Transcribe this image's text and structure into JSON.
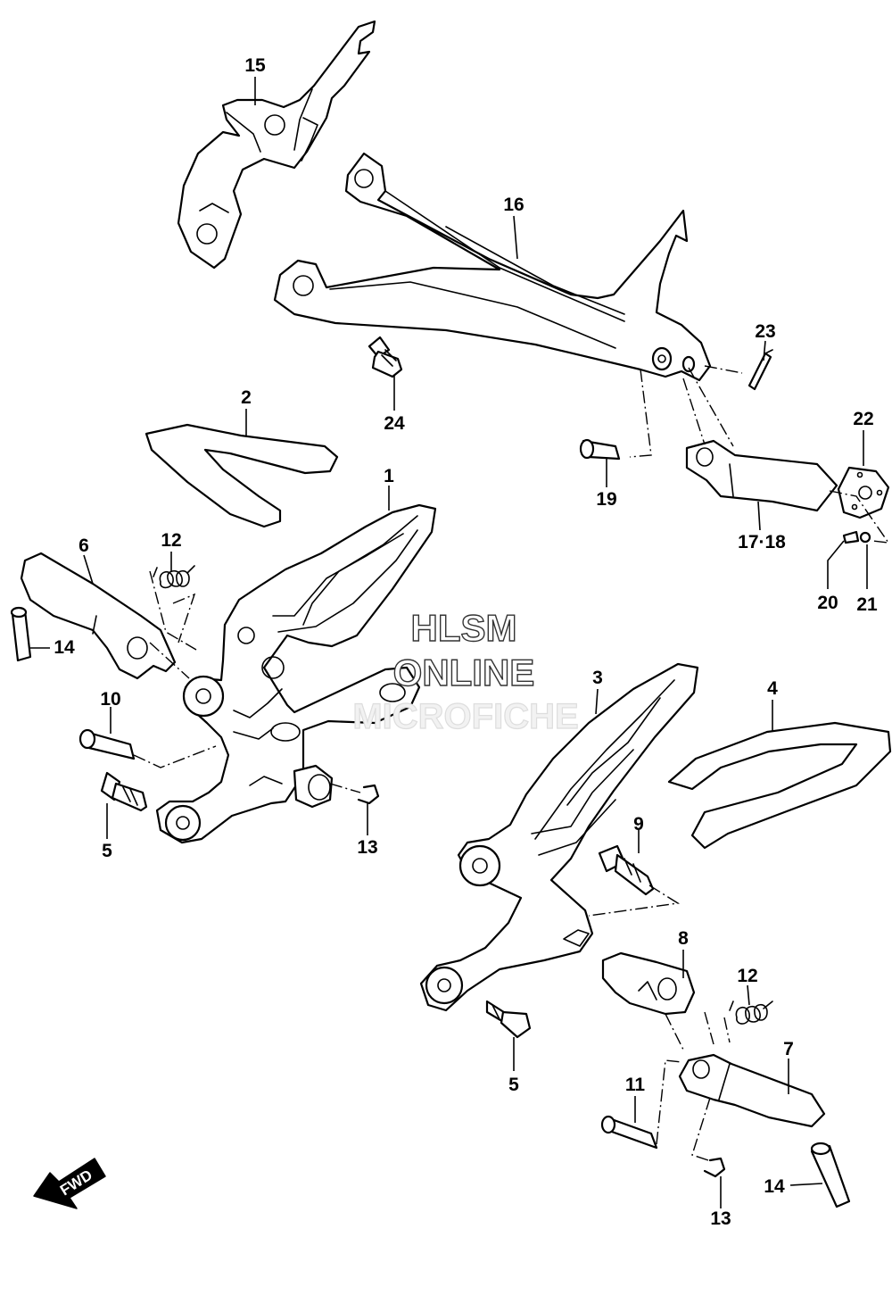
{
  "watermark": {
    "line1": "HLSM",
    "line2": "ONLINE",
    "line3": "MICROFICHE"
  },
  "direction_badge": {
    "text": "FWD",
    "icon": "forward-arrow-icon"
  },
  "callouts": [
    {
      "id": "c1",
      "text": "1"
    },
    {
      "id": "c2",
      "text": "2"
    },
    {
      "id": "c3",
      "text": "3"
    },
    {
      "id": "c4",
      "text": "4"
    },
    {
      "id": "c5a",
      "text": "5"
    },
    {
      "id": "c5b",
      "text": "5"
    },
    {
      "id": "c6",
      "text": "6"
    },
    {
      "id": "c7",
      "text": "7"
    },
    {
      "id": "c8",
      "text": "8"
    },
    {
      "id": "c9",
      "text": "9"
    },
    {
      "id": "c10",
      "text": "10"
    },
    {
      "id": "c11",
      "text": "11"
    },
    {
      "id": "c12a",
      "text": "12"
    },
    {
      "id": "c12b",
      "text": "12"
    },
    {
      "id": "c13a",
      "text": "13"
    },
    {
      "id": "c13b",
      "text": "13"
    },
    {
      "id": "c14a",
      "text": "14"
    },
    {
      "id": "c14b",
      "text": "14"
    },
    {
      "id": "c15",
      "text": "15"
    },
    {
      "id": "c16",
      "text": "16"
    },
    {
      "id": "c17",
      "text": "17·18"
    },
    {
      "id": "c19",
      "text": "19"
    },
    {
      "id": "c20",
      "text": "20"
    },
    {
      "id": "c21",
      "text": "21"
    },
    {
      "id": "c22",
      "text": "22"
    },
    {
      "id": "c23",
      "text": "23"
    },
    {
      "id": "c24",
      "text": "24"
    }
  ]
}
